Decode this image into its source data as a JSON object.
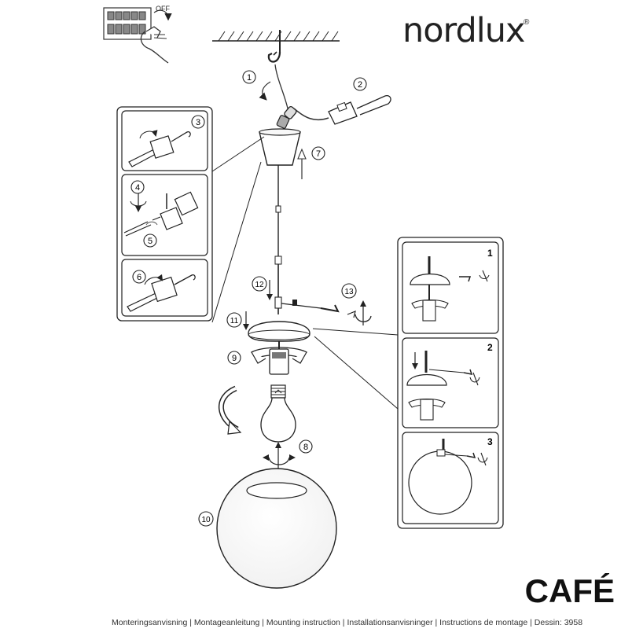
{
  "header": {
    "brand": "nordlux",
    "brand_mark": "®",
    "switch_label": "OFF"
  },
  "steps": {
    "s1": "1",
    "s2": "2",
    "s3": "3",
    "s4": "4",
    "s5": "5",
    "s6": "6",
    "s7": "7",
    "s8": "8",
    "s9": "9",
    "s10": "10",
    "s11": "11",
    "s12": "12",
    "s13": "13"
  },
  "detail_panels": {
    "p1": "1",
    "p2": "2",
    "p3": "3"
  },
  "product": {
    "name": "CAFÉ"
  },
  "footer": {
    "text": "Monteringsanvisning | Montageanleitung | Mounting instruction | Installationsanvisninger | Instructions de montage | Dessin: 3958"
  }
}
